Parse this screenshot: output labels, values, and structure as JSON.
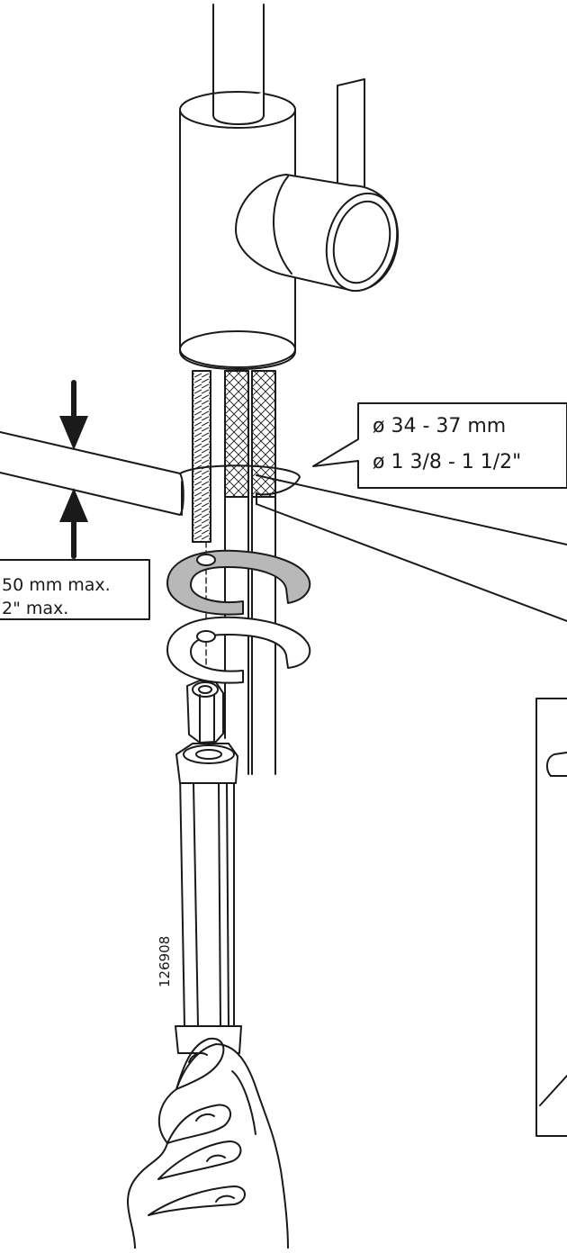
{
  "diagram": {
    "thickness_callout": {
      "line1": "50 mm max.",
      "line2": "2\" max."
    },
    "hole_callout": {
      "line1": "ø 34 - 37 mm",
      "line2": "ø 1 3/8 - 1 1/2\""
    },
    "article_number": "126908",
    "colors": {
      "line": "#1a1a1a",
      "washer_fill": "#b8b8b8",
      "background": "#ffffff"
    }
  }
}
